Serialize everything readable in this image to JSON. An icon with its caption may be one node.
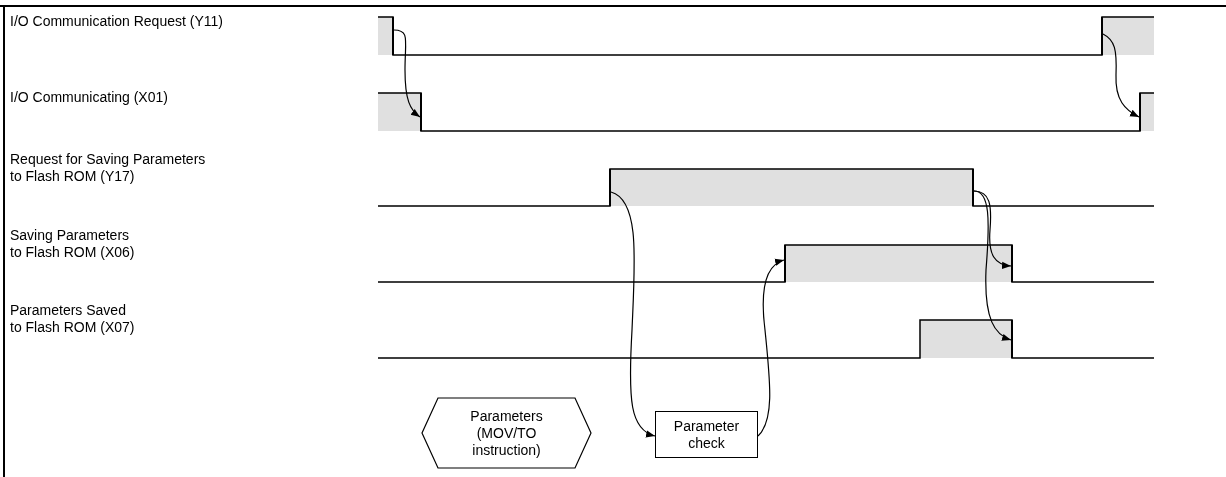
{
  "diagram": {
    "nodes": [
      {
        "text": [],
        "shape": "line"
      },
      {
        "text": [],
        "shape": "line"
      },
      {
        "text": [],
        "shape": "line"
      },
      {
        "text": [],
        "shape": "line"
      },
      {
        "text": [],
        "shape": "line"
      },
      {
        "text": [],
        "shape": "line"
      },
      {
        "text": [],
        "shape": "line"
      },
      {
        "text": [],
        "shape": "line"
      },
      {
        "text": [],
        "shape": "line"
      },
      {
        "text": [
          "Parameters (MOV/TO instruction)"
        ]
      },
      {
        "text": [
          "Parameter check"
        ]
      }
    ],
    "edges": [
      {
        "from": 0,
        "to": 2,
        "arrow": "to"
      },
      {
        "from": 1,
        "to": 3,
        "arrow": "to"
      },
      {
        "from": 4,
        "to": 10,
        "arrow": "to"
      },
      {
        "from": 10,
        "to": 6,
        "arrow": "to"
      },
      {
        "from": 5,
        "to": 7,
        "arrow": "to"
      },
      {
        "from": 5,
        "to": 8,
        "arrow": "to"
      }
    ],
    "labels": [
      "I/O Communication Request (Y11)",
      "I/O Communicating (X01)",
      "Request for Saving Parameters to Flash ROM (Y17)",
      "Saving Parameters to Flash ROM (X06)",
      "Parameters Saved to Flash ROM (X07)"
    ]
  }
}
